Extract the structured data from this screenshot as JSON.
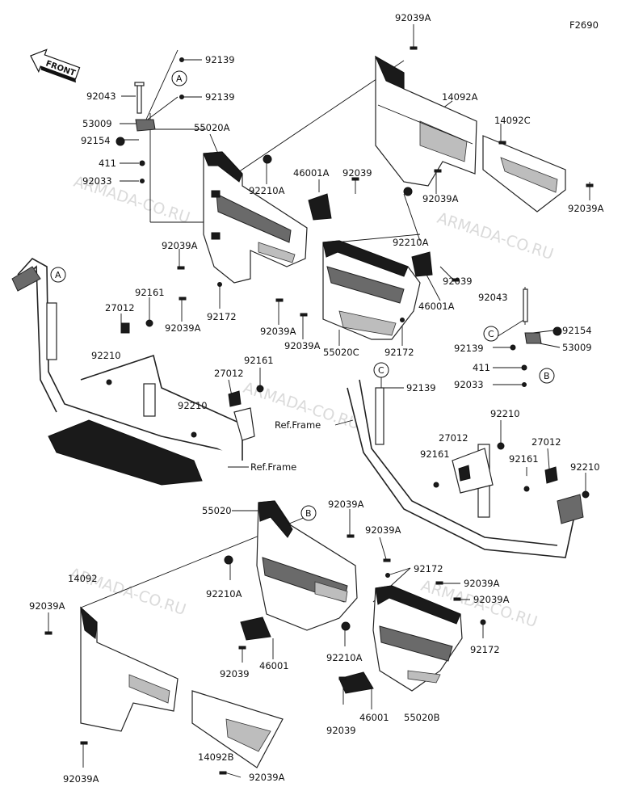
{
  "diagram_code": "F2690",
  "front_label": "FRONT",
  "watermark": "ARMADA-CO.RU",
  "callouts": {
    "a": "A",
    "b": "B",
    "c": "C"
  },
  "ref_frame": "Ref.Frame",
  "labels": {
    "p92039A_top": "92039A",
    "p92139_a1": "92139",
    "p92139_a2": "92139",
    "p92043_l": "92043",
    "p53009_l": "53009",
    "p92154_l": "92154",
    "p411_l": "411",
    "p92033_l": "92033",
    "p55020A": "55020A",
    "p14092A": "14092A",
    "p14092C": "14092C",
    "p46001A_1": "46001A",
    "p92039_1": "92039",
    "p92210A_1": "92210A",
    "p92039A_2": "92039A",
    "p92039A_3": "92039A",
    "p92039A_4": "92039A",
    "p92210A_2": "92210A",
    "p92161_l": "92161",
    "p92039A_5": "92039A",
    "p92172_1": "92172",
    "p27012_l1": "27012",
    "p92039_2": "92039",
    "p46001A_2": "46001A",
    "p92039A_6": "92039A",
    "p92039A_7": "92039A",
    "p55020C": "55020C",
    "p92172_2": "92172",
    "p92043_r": "92043",
    "p92154_r": "92154",
    "p92139_r": "92139",
    "p53009_r": "53009",
    "p411_r": "411",
    "p92033_r": "92033",
    "p92210_l1": "92210",
    "p92161_l2": "92161",
    "p27012_l2": "27012",
    "p92210_l2": "92210",
    "p92139_c": "92139",
    "p92210_r1": "92210",
    "p27012_r1": "27012",
    "p27012_r2": "27012",
    "p92161_r1": "92161",
    "p92161_r2": "92161",
    "p92210_r2": "92210",
    "p55020": "55020",
    "p92039A_8": "92039A",
    "p92039A_9": "92039A",
    "p14092": "14092",
    "p92210A_3": "92210A",
    "p92172_3": "92172",
    "p92039A_10": "92039A",
    "p92039A_11": "92039A",
    "p92039A_12": "92039A",
    "p92039_3": "92039",
    "p46001_1": "46001",
    "p92210A_4": "92210A",
    "p92172_4": "92172",
    "p92039_4": "92039",
    "p46001_2": "46001",
    "p55020B": "55020B",
    "p14092B": "14092B",
    "p92039A_13": "92039A",
    "p92039A_14": "92039A"
  }
}
